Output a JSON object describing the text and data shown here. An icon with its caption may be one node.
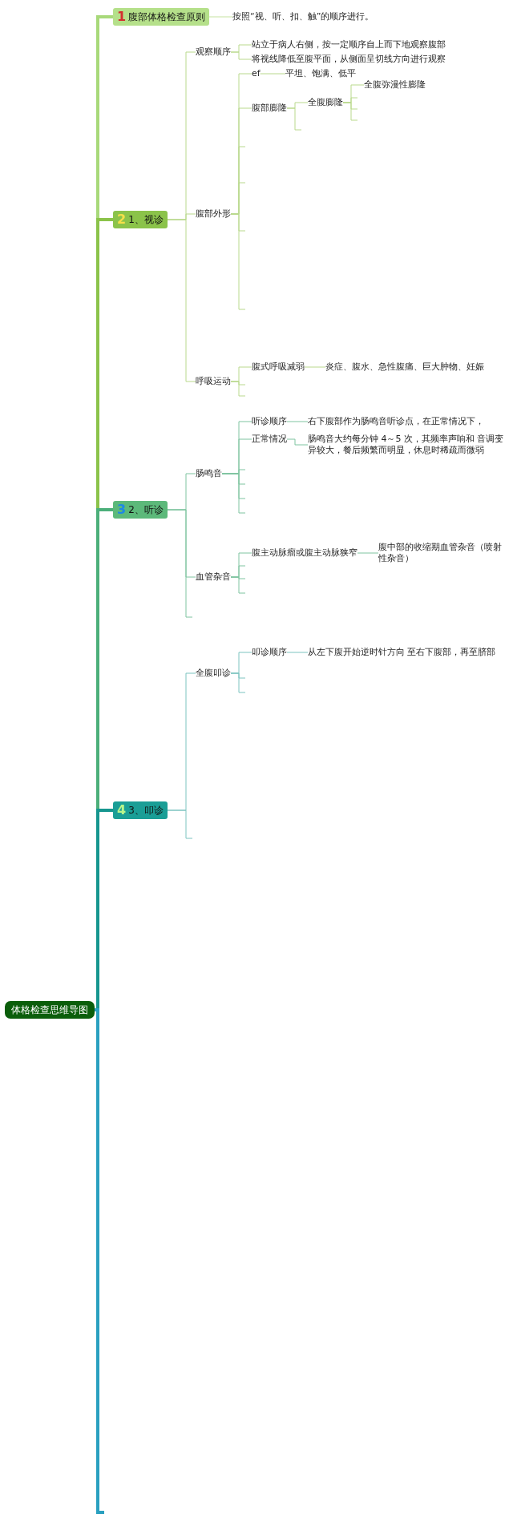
{
  "diagram": {
    "nodes": [
      {
        "text": [
          "体格检查思维导图"
        ]
      },
      {
        "text": [
          "1",
          "腹部体格检查原则"
        ]
      },
      {
        "text": [
          "按照“视、听、扣、触”的顺序进行。"
        ]
      },
      {
        "text": [
          "2",
          "1、视诊"
        ]
      },
      {
        "text": [
          "观察顺序"
        ]
      },
      {
        "text": [
          "站立于病人右侧，按一定顺序自上而下地观察腹部"
        ]
      },
      {
        "text": [
          "将视线降低至腹平面，从侧面呈切线方向进行观察"
        ]
      },
      {
        "text": [
          "腹部外形"
        ]
      },
      {
        "text": [
          "ef"
        ]
      },
      {
        "text": [
          "平坦、饱满、低平"
        ]
      },
      {
        "text": [
          "腹部膨隆"
        ]
      },
      {
        "text": [
          "全腹膨隆"
        ]
      },
      {
        "text": [
          "全腹弥漫性膨隆"
        ]
      },
      {
        "text": [
          "呼吸运动"
        ]
      },
      {
        "text": [
          "腹式呼吸减弱"
        ]
      },
      {
        "text": [
          "炎症、腹水、急性腹痛、巨大肿物、妊娠"
        ]
      },
      {
        "text": [
          "3",
          "2、听诊"
        ]
      },
      {
        "text": [
          "肠鸣音"
        ]
      },
      {
        "text": [
          "听诊顺序"
        ]
      },
      {
        "text": [
          "右下腹部作为肠鸣音听诊点，在正常情况下，"
        ]
      },
      {
        "text": [
          "正常情况"
        ]
      },
      {
        "text": [
          "肠鸣音大约每分钟 4～5 次，其频率声响和 音调变异较大，餐后频繁而明显，休息时稀疏而微弱"
        ]
      },
      {
        "text": [
          "血管杂音"
        ]
      },
      {
        "text": [
          "腹主动脉瘤或腹主动脉狭窄"
        ]
      },
      {
        "text": [
          "腹中部的收缩期血管杂音（喷射性杂音）"
        ]
      },
      {
        "text": [
          "4",
          "3、叩诊"
        ]
      },
      {
        "text": [
          "全腹叩诊"
        ]
      },
      {
        "text": [
          "叩诊顺序"
        ]
      },
      {
        "text": [
          "从左下腹开始逆时针方向 至右下腹部，再至脐部"
        ]
      }
    ],
    "edges": [
      {
        "from": 0,
        "to": 1,
        "arrow": "none",
        "style": "thick",
        "color": "#a8d97a"
      },
      {
        "from": 1,
        "to": 2,
        "arrow": "none",
        "color": "#c5e3a0"
      },
      {
        "from": 0,
        "to": 3,
        "arrow": "none",
        "style": "thick",
        "color": "#8bc34a"
      },
      {
        "from": 3,
        "to": 4,
        "arrow": "none",
        "color": "#b9d98c"
      },
      {
        "from": 4,
        "to": 5,
        "arrow": "none",
        "color": "#b9d98c"
      },
      {
        "from": 4,
        "to": 6,
        "arrow": "none",
        "color": "#b9d98c"
      },
      {
        "from": 3,
        "to": 7,
        "arrow": "none",
        "color": "#b9d98c"
      },
      {
        "from": 7,
        "to": 8,
        "arrow": "none",
        "color": "#b9d98c"
      },
      {
        "from": 8,
        "to": 9,
        "arrow": "none",
        "color": "#b9d98c"
      },
      {
        "from": 7,
        "to": 10,
        "arrow": "none",
        "color": "#b9d98c"
      },
      {
        "from": 10,
        "to": 11,
        "arrow": "none",
        "color": "#b9d98c"
      },
      {
        "from": 11,
        "to": 12,
        "arrow": "none",
        "color": "#b9d98c"
      },
      {
        "from": 11,
        "to": null,
        "arrow": "none",
        "color": "#b9d98c"
      },
      {
        "from": 11,
        "to": null,
        "arrow": "none",
        "color": "#b9d98c"
      },
      {
        "from": 11,
        "to": null,
        "arrow": "none",
        "color": "#b9d98c"
      },
      {
        "from": 10,
        "to": null,
        "arrow": "none",
        "color": "#b9d98c"
      },
      {
        "from": 7,
        "to": null,
        "arrow": "none",
        "color": "#b9d98c"
      },
      {
        "from": 7,
        "to": null,
        "arrow": "none",
        "color": "#b9d98c"
      },
      {
        "from": 7,
        "to": null,
        "arrow": "none",
        "color": "#b9d98c"
      },
      {
        "from": 7,
        "to": null,
        "arrow": "none",
        "color": "#b9d98c"
      },
      {
        "from": 3,
        "to": 13,
        "arrow": "none",
        "color": "#b9d98c"
      },
      {
        "from": 13,
        "to": 14,
        "arrow": "none",
        "color": "#b9d98c"
      },
      {
        "from": 14,
        "to": 15,
        "arrow": "none",
        "color": "#b9d98c"
      },
      {
        "from": 13,
        "to": null,
        "arrow": "none",
        "color": "#b9d98c"
      },
      {
        "from": 13,
        "to": null,
        "arrow": "none",
        "color": "#b9d98c"
      },
      {
        "from": 0,
        "to": 16,
        "arrow": "none",
        "style": "thick",
        "color": "#4caf7a"
      },
      {
        "from": 16,
        "to": 17,
        "arrow": "none",
        "color": "#7fc4a0"
      },
      {
        "from": 17,
        "to": 18,
        "arrow": "none",
        "color": "#7fc4a0"
      },
      {
        "from": 18,
        "to": 19,
        "arrow": "none",
        "color": "#7fc4a0"
      },
      {
        "from": 17,
        "to": 20,
        "arrow": "none",
        "color": "#7fc4a0"
      },
      {
        "from": 20,
        "to": 21,
        "arrow": "none",
        "color": "#7fc4a0"
      },
      {
        "from": 17,
        "to": null,
        "arrow": "none",
        "color": "#7fc4a0"
      },
      {
        "from": 17,
        "to": null,
        "arrow": "none",
        "color": "#7fc4a0"
      },
      {
        "from": 17,
        "to": null,
        "arrow": "none",
        "color": "#7fc4a0"
      },
      {
        "from": 17,
        "to": null,
        "arrow": "none",
        "color": "#7fc4a0"
      },
      {
        "from": 16,
        "to": 22,
        "arrow": "none",
        "color": "#7fc4a0"
      },
      {
        "from": 22,
        "to": 23,
        "arrow": "none",
        "color": "#7fc4a0"
      },
      {
        "from": 23,
        "to": 24,
        "arrow": "none",
        "color": "#7fc4a0"
      },
      {
        "from": 22,
        "to": null,
        "arrow": "none",
        "color": "#7fc4a0"
      },
      {
        "from": 22,
        "to": null,
        "arrow": "none",
        "color": "#7fc4a0"
      },
      {
        "from": 22,
        "to": null,
        "arrow": "none",
        "color": "#7fc4a0"
      },
      {
        "from": 16,
        "to": null,
        "arrow": "none",
        "color": "#7fc4a0"
      },
      {
        "from": 0,
        "to": 25,
        "arrow": "none",
        "style": "thick",
        "color": "#16968f"
      },
      {
        "from": 25,
        "to": 26,
        "arrow": "none",
        "color": "#7cc4c0"
      },
      {
        "from": 26,
        "to": 27,
        "arrow": "none",
        "color": "#7cc4c0"
      },
      {
        "from": 27,
        "to": 28,
        "arrow": "none",
        "color": "#7cc4c0"
      },
      {
        "from": 26,
        "to": null,
        "arrow": "none",
        "color": "#7cc4c0"
      },
      {
        "from": 26,
        "to": null,
        "arrow": "none",
        "color": "#7cc4c0"
      },
      {
        "from": 25,
        "to": null,
        "arrow": "none",
        "color": "#7cc4c0"
      },
      {
        "from": 0,
        "to": null,
        "arrow": "none",
        "style": "thick",
        "color": "#2aa0c0"
      }
    ]
  }
}
